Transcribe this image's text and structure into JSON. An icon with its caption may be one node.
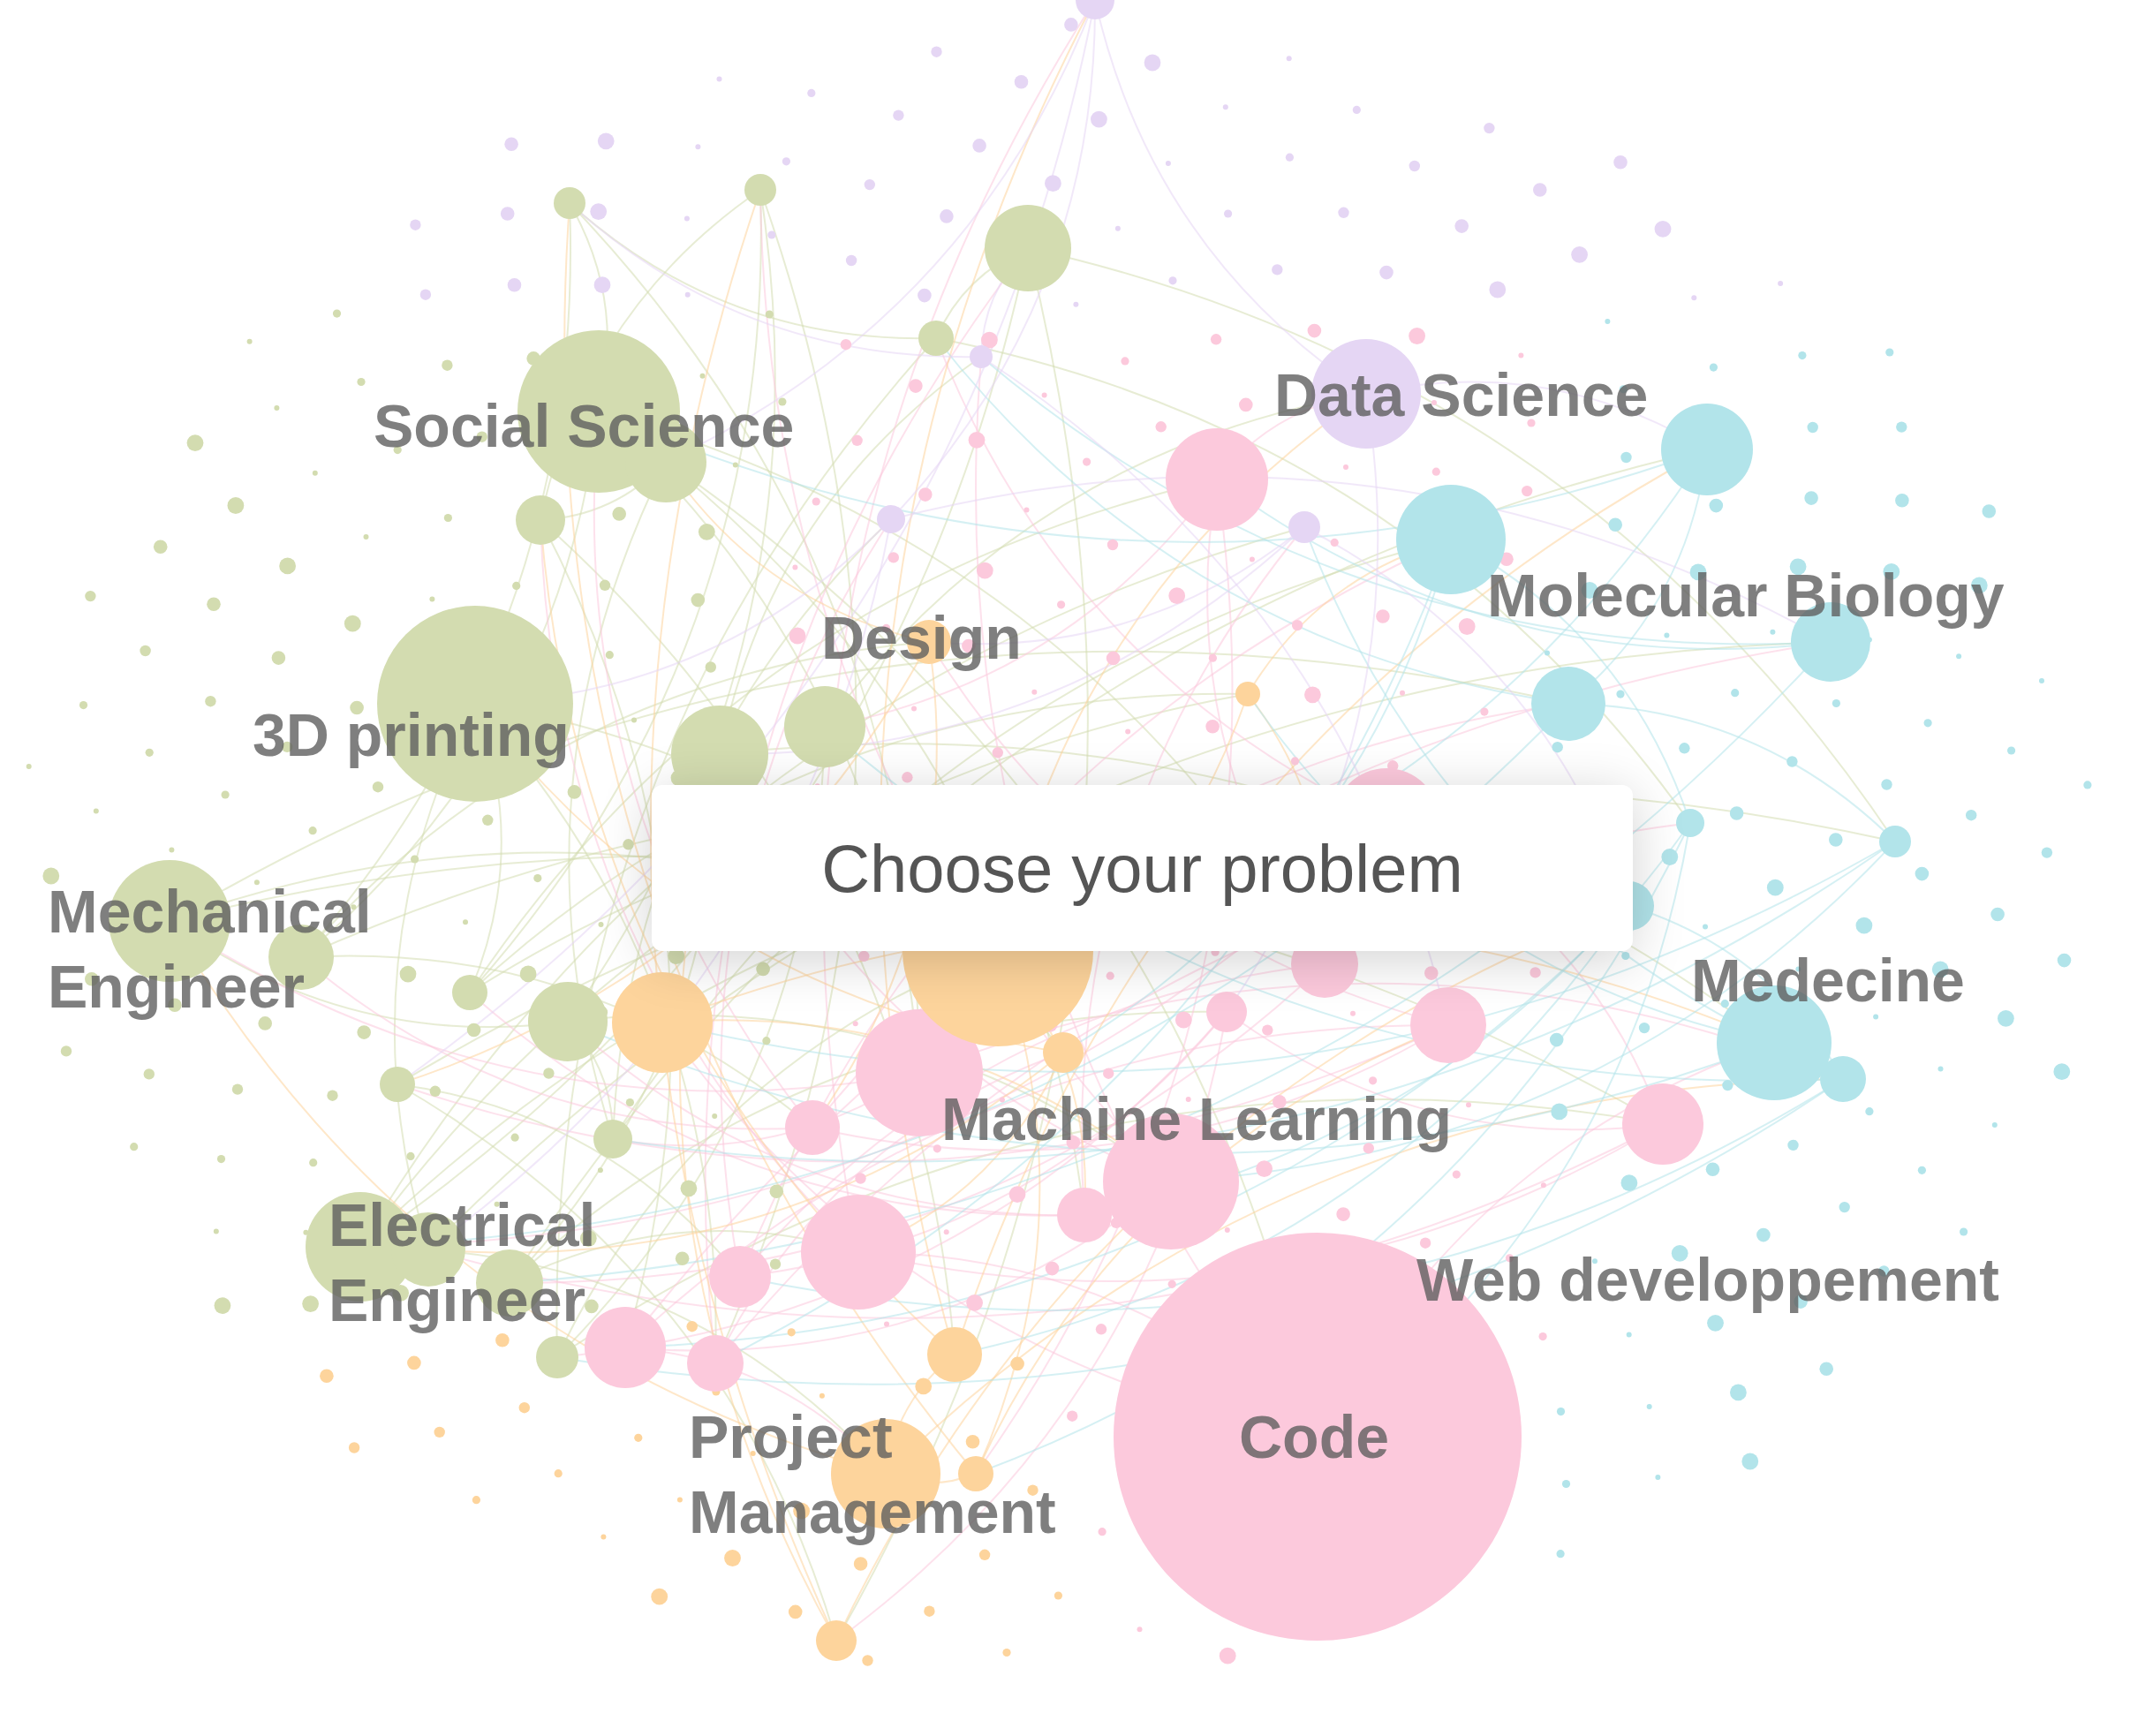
{
  "diagram": {
    "nodes": [
      {
        "text": [
          "Choose your problem"
        ]
      }
    ],
    "labels": [
      "Data Science",
      "Social Science",
      "Molecular Biology",
      "Design",
      "3D printing",
      "Mechanical Engineer",
      "Medecine",
      "Machine Learning",
      "Electrical Engineer",
      "Web developpement",
      "Project Management",
      "Code"
    ]
  }
}
